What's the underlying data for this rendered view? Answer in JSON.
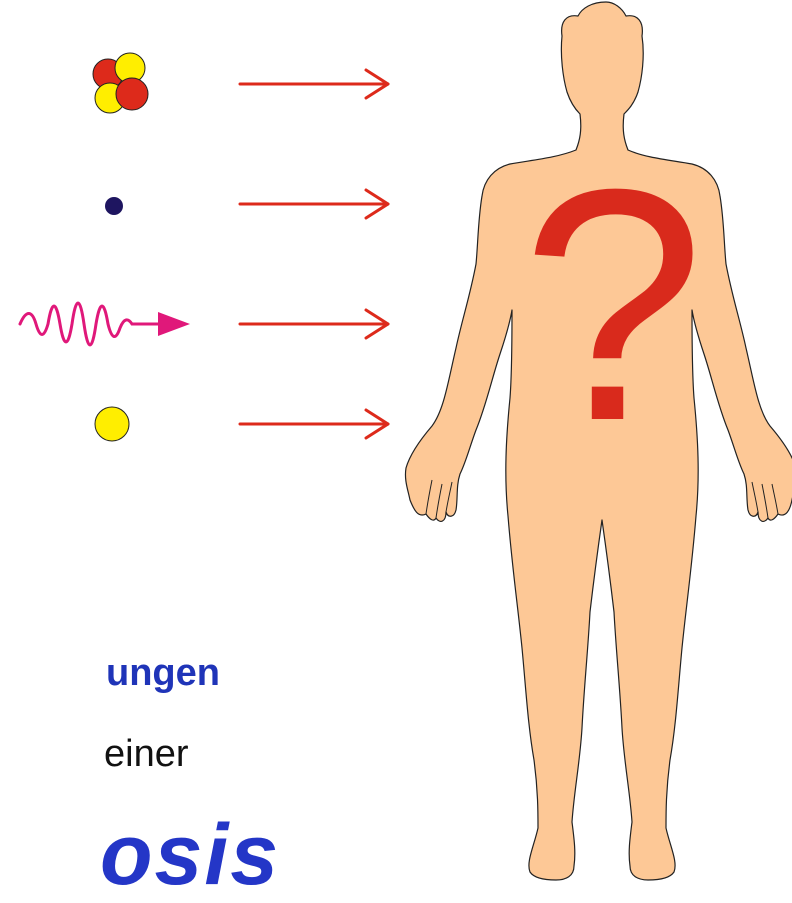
{
  "labels": {
    "line1": "ungen",
    "line2": "einer",
    "line3": "osis",
    "question_mark": "?"
  },
  "radiation_types": [
    {
      "name": "heavy-ion",
      "icon": "nucleus-icon",
      "colors": [
        "#dd2a1b",
        "#ffee00"
      ]
    },
    {
      "name": "particle",
      "icon": "dot-icon",
      "colors": [
        "#1e1560"
      ]
    },
    {
      "name": "photon",
      "icon": "wave-icon",
      "colors": [
        "#e0187a"
      ]
    },
    {
      "name": "particle-yellow",
      "icon": "circle-icon",
      "colors": [
        "#ffee00"
      ]
    }
  ],
  "colors": {
    "arrow": "#dd2a1b",
    "body_fill": "#fdc896",
    "body_stroke": "#222222",
    "question": "#d92a1c",
    "blue_text": "#1f34b8"
  }
}
